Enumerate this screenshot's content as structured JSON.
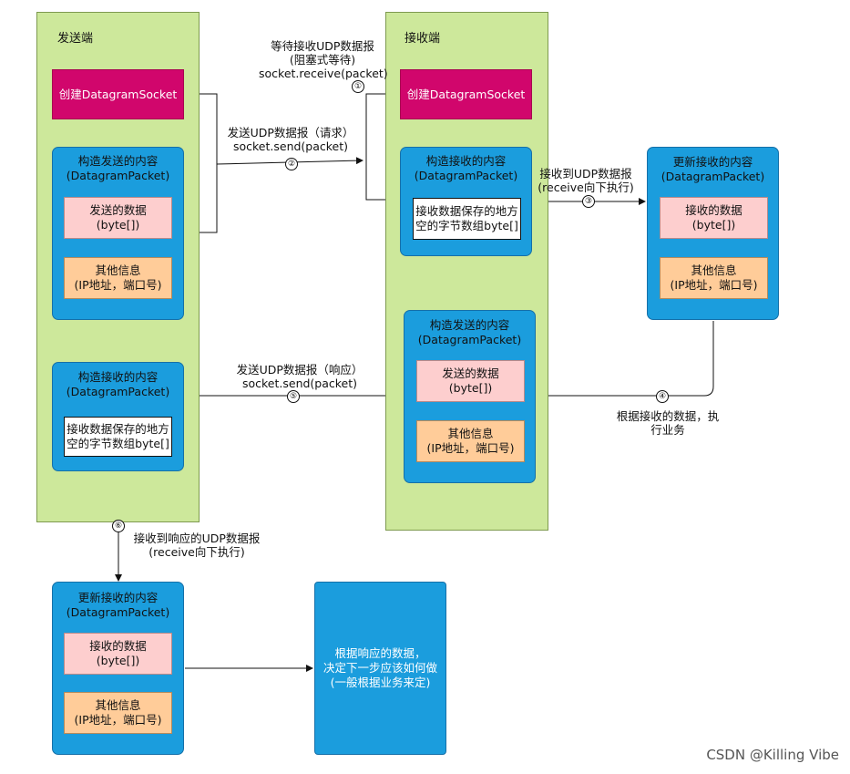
{
  "sender": {
    "title": "发送端",
    "create_socket": "创建DatagramSocket",
    "send_packet": {
      "title": "构造发送的内容\n(DatagramPacket)",
      "data": "发送的数据\n(byte[])",
      "other": "其他信息\n(IP地址，端口号)"
    },
    "recv_packet": {
      "title": "构造接收的内容\n(DatagramPacket)",
      "buffer": "接收数据保存的地方\n空的字节数组byte[]"
    }
  },
  "receiver": {
    "title": "接收端",
    "create_socket": "创建DatagramSocket",
    "recv_packet": {
      "title": "构造接收的内容\n(DatagramPacket)",
      "buffer": "接收数据保存的地方\n空的字节数组byte[]"
    },
    "send_packet": {
      "title": "构造发送的内容\n(DatagramPacket)",
      "data": "发送的数据\n(byte[])",
      "other": "其他信息\n(IP地址，端口号)"
    }
  },
  "receiver_updated": {
    "title": "更新接收的内容\n(DatagramPacket)",
    "data": "接收的数据\n(byte[])",
    "other": "其他信息\n(IP地址，端口号)"
  },
  "sender_updated": {
    "title": "更新接收的内容\n(DatagramPacket)",
    "data": "接收的数据\n(byte[])",
    "other": "其他信息\n(IP地址，端口号)"
  },
  "decision_box": "根据响应的数据，\n决定下一步应该如何做\n(一般根据业务来定)",
  "steps": {
    "s1": {
      "num": "①",
      "text": "等待接收UDP数据报\n(阻塞式等待)\nsocket.receive(packet)"
    },
    "s2": {
      "num": "②",
      "text": "发送UDP数据报（请求）\nsocket.send(packet)"
    },
    "s3": {
      "num": "③",
      "text": "接收到UDP数据报\n(receive向下执行)"
    },
    "s4": {
      "num": "④",
      "text": "根据接收的数据，执\n行业务"
    },
    "s5": {
      "num": "⑤",
      "text": "发送UDP数据报（响应）\nsocket.send(packet)"
    },
    "s6": {
      "num": "⑥",
      "text": "接收到响应的UDP数据报\n(receive向下执行)"
    }
  },
  "watermark": "CSDN @Killing Vibe"
}
